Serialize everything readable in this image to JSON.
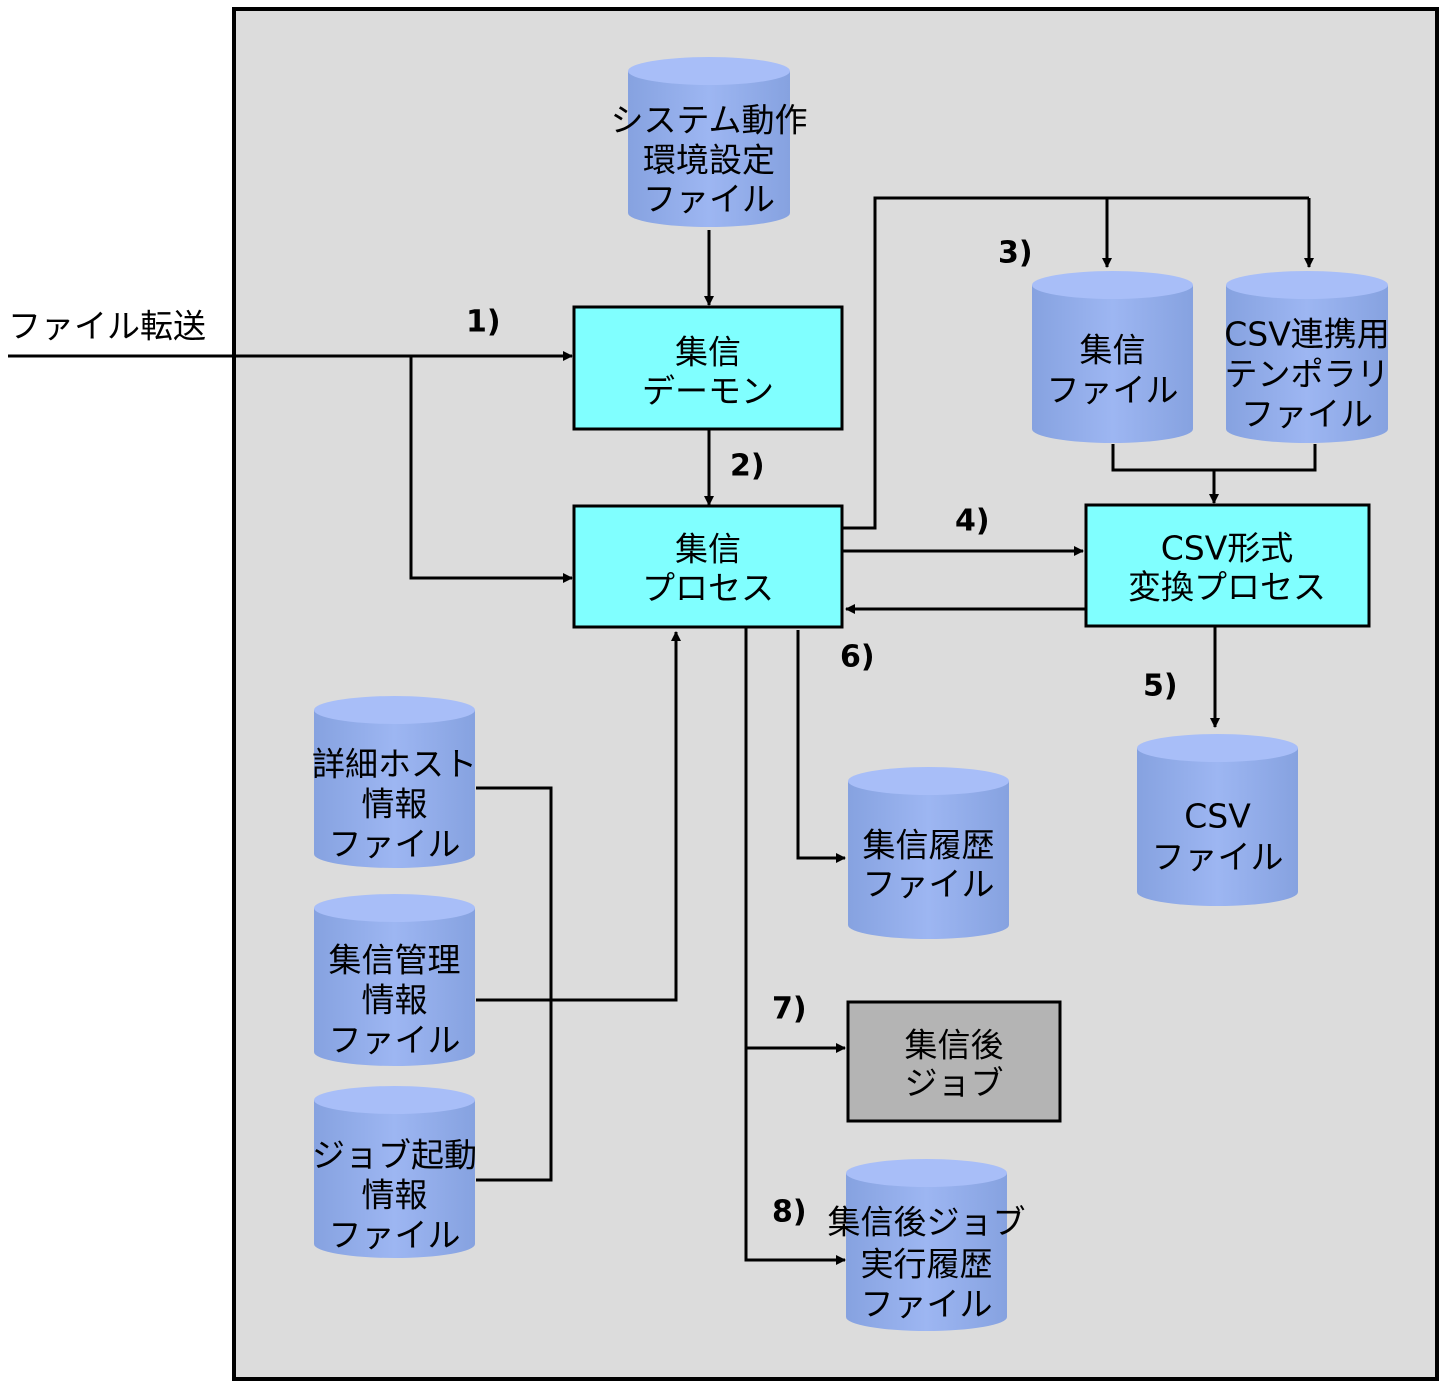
{
  "external_input": "ファイル転送",
  "step_labels": [
    "1)",
    "2)",
    "3)",
    "4)",
    "5)",
    "6)",
    "7)",
    "8)"
  ],
  "processes": {
    "daemon": [
      "集信",
      "デーモン"
    ],
    "process": [
      "集信",
      "プロセス"
    ],
    "csv_convert": [
      "CSV形式",
      "変換プロセス"
    ],
    "post_job": [
      "集信後",
      "ジョブ"
    ]
  },
  "files": {
    "system_config": [
      "システム動作",
      "環境設定",
      "ファイル"
    ],
    "receive_file": [
      "集信",
      "ファイル"
    ],
    "csv_temp": [
      "CSV連携用",
      "テンポラリ",
      "ファイル"
    ],
    "csv_file": [
      "CSV",
      "ファイル"
    ],
    "history": [
      "集信履歴",
      "ファイル"
    ],
    "host_detail": [
      "詳細ホスト",
      "情報",
      "ファイル"
    ],
    "manage_info": [
      "集信管理",
      "情報",
      "ファイル"
    ],
    "job_start": [
      "ジョブ起動",
      "情報",
      "ファイル"
    ],
    "job_history": [
      "集信後ジョブ",
      "実行履歴",
      "ファイル"
    ]
  },
  "colors": {
    "panel": "#DCDCDC",
    "process_fill": "#80FFFF",
    "job_fill": "#B4B4B4",
    "cylinder_top": "#A8BEF8",
    "cylinder_body": "#90ACE8"
  }
}
